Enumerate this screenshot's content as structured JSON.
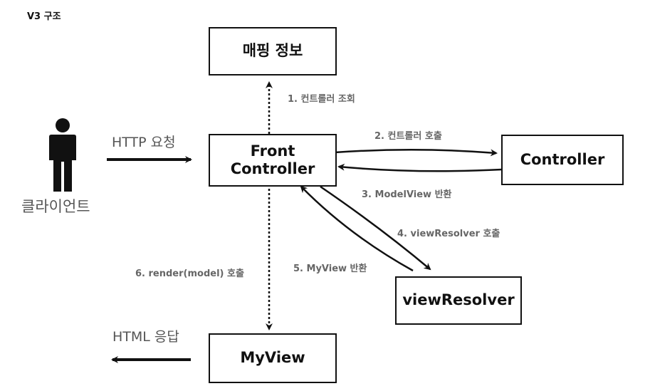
{
  "title": "V3 구조",
  "boxes": {
    "mapping": "매핑 정보",
    "front_line1": "Front",
    "front_line2": "Controller",
    "controller": "Controller",
    "view_resolver": "viewResolver",
    "my_view": "MyView"
  },
  "actors": {
    "client": "클라이언트"
  },
  "labels": {
    "http_request": "HTTP 요청",
    "html_response": "HTML 응답",
    "step1": "1. 컨트롤러 조회",
    "step2": "2. 컨트롤러 호출",
    "step3": "3. ModelView 반환",
    "step4": "4. viewResolver 호출",
    "step5": "5. MyView 반환",
    "step6": "6. render(model) 호출"
  }
}
